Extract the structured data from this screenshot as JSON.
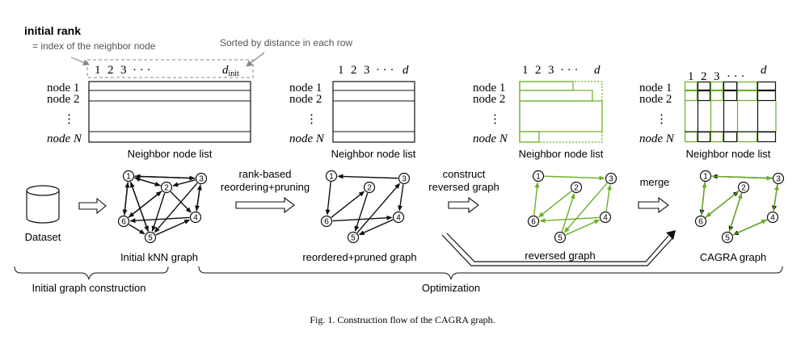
{
  "title": "initial rank",
  "rank_note": "= index of the neighbor node",
  "sorted_note": "Sorted by distance in each row",
  "col_labels": {
    "c1": "1",
    "c2": "2",
    "c3": "3",
    "dots": "· · ·",
    "d_init": "d",
    "d_init_sub": "init",
    "d": "d"
  },
  "row_labels": {
    "node1": "node 1",
    "node2": "node 2",
    "nodeN": "node N",
    "vdots": "⋮"
  },
  "list_caption": "Neighbor node list",
  "node_ids": [
    "1",
    "2",
    "3",
    "4",
    "5",
    "6"
  ],
  "dataset_label": "Dataset",
  "graphs": {
    "initial": "Initial kNN graph",
    "reordered": "reordered+pruned graph",
    "reversed": "reversed graph",
    "cagra": "CAGRA graph"
  },
  "steps": {
    "rank_line1": "rank-based",
    "rank_line2": "reordering+pruning",
    "rev_line1": "construct",
    "rev_line2": "reversed graph",
    "merge": "merge"
  },
  "phases": {
    "initial": "Initial graph construction",
    "opt": "Optimization"
  },
  "caption": "Fig. 1.  Construction flow of the CAGRA graph.",
  "colors": {
    "black": "#111111",
    "green": "#6ab023",
    "gray": "#888888"
  }
}
